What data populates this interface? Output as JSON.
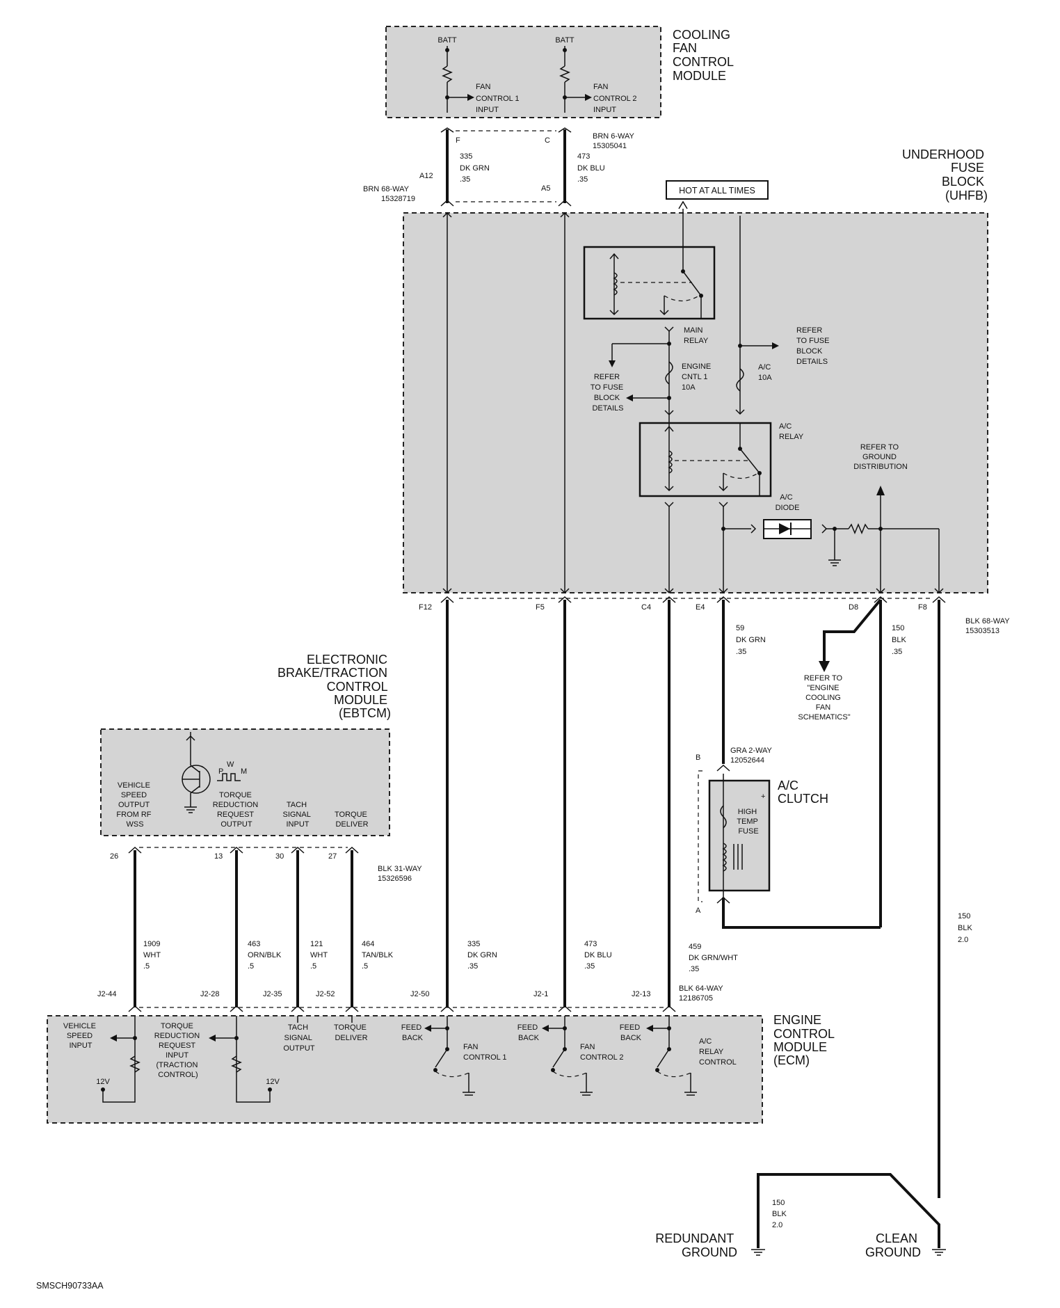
{
  "modules": {
    "cooling_fan": {
      "name_lines": [
        "COOLING",
        "FAN",
        "CONTROL",
        "MODULE"
      ],
      "batt": "BATT",
      "input1_lines": [
        "FAN",
        "CONTROL 1",
        "INPUT"
      ],
      "input2_lines": [
        "FAN",
        "CONTROL 2",
        "INPUT"
      ]
    },
    "uhfb": {
      "name_lines": [
        "UNDERHOOD",
        "FUSE",
        "BLOCK",
        "(UHFB)"
      ]
    },
    "ebtcm": {
      "name_lines": [
        "ELECTRONIC",
        "BRAKE/TRACTION",
        "CONTROL",
        "MODULE",
        "(EBTCM)"
      ],
      "vss_lines": [
        "VEHICLE",
        "SPEED",
        "OUTPUT",
        "FROM RF",
        "WSS"
      ],
      "pwm": [
        "W",
        "P",
        "M"
      ],
      "trr_lines": [
        "TORQUE",
        "REDUCTION",
        "REQUEST",
        "OUTPUT"
      ],
      "tach_lines": [
        "TACH",
        "SIGNAL",
        "INPUT"
      ],
      "td_lines": [
        "TORQUE",
        "DELIVER"
      ]
    },
    "ecm": {
      "name_lines": [
        "ENGINE",
        "CONTROL",
        "MODULE",
        "(ECM)"
      ],
      "vss_lines": [
        "VEHICLE",
        "SPEED",
        "INPUT"
      ],
      "trr_lines": [
        "TORQUE",
        "REDUCTION",
        "REQUEST",
        "INPUT",
        "(TRACTION",
        "CONTROL)"
      ],
      "tach_lines": [
        "TACH",
        "SIGNAL",
        "OUTPUT"
      ],
      "td_lines": [
        "TORQUE",
        "DELIVER"
      ],
      "feedback_lines": [
        "FEED",
        "BACK"
      ],
      "fan1_lines": [
        "FAN",
        "CONTROL 1"
      ],
      "fan2_lines": [
        "FAN",
        "CONTROL 2"
      ],
      "acrelay_lines": [
        "A/C",
        "RELAY",
        "CONTROL"
      ],
      "v12": "12V"
    }
  },
  "connectors": {
    "brn6": [
      "BRN 6-WAY",
      "15305041"
    ],
    "brn68": [
      "BRN 68-WAY",
      "15328719"
    ],
    "blk68": [
      "BLK 68-WAY",
      "15303513"
    ],
    "blk31": [
      "BLK 31-WAY",
      "15326596"
    ],
    "blk64": [
      "BLK 64-WAY",
      "12186705"
    ],
    "gra2": [
      "GRA 2-WAY",
      "12052644"
    ]
  },
  "pins": {
    "F": "F",
    "C": "C",
    "A12": "A12",
    "A5": "A5",
    "F12": "F12",
    "F5": "F5",
    "C4": "C4",
    "E4": "E4",
    "D8": "D8",
    "F8": "F8",
    "p26": "26",
    "p13": "13",
    "p30": "30",
    "p27": "27",
    "J2_44": "J2-44",
    "J2_28": "J2-28",
    "J2_35": "J2-35",
    "J2_52": "J2-52",
    "J2_50": "J2-50",
    "J2_1": "J2-1",
    "J2_13": "J2-13",
    "B": "B",
    "A": "A"
  },
  "wires": {
    "w335_top": [
      "335",
      "DK GRN",
      ".35"
    ],
    "w473_top": [
      "473",
      "DK BLU",
      ".35"
    ],
    "w59": [
      "59",
      "DK GRN",
      ".35"
    ],
    "w150_top": [
      "150",
      "BLK",
      ".35"
    ],
    "w150_mid": [
      "150",
      "BLK",
      "2.0"
    ],
    "w150_bot": [
      "150",
      "BLK",
      "2.0"
    ],
    "w1909": [
      "1909",
      "WHT",
      ".5"
    ],
    "w463": [
      "463",
      "ORN/BLK",
      ".5"
    ],
    "w121": [
      "121",
      "WHT",
      ".5"
    ],
    "w464": [
      "464",
      "TAN/BLK",
      ".5"
    ],
    "w335_bot": [
      "335",
      "DK GRN",
      ".35"
    ],
    "w473_bot": [
      "473",
      "DK BLU",
      ".35"
    ],
    "w459": [
      "459",
      "DK GRN/WHT",
      ".35"
    ]
  },
  "labels": {
    "hot": "HOT AT ALL TIMES",
    "main_relay": [
      "MAIN",
      "RELAY"
    ],
    "eng_cntl": [
      "ENGINE",
      "CNTL 1",
      "10A"
    ],
    "ac_fuse": [
      "A/C",
      "10A"
    ],
    "refer_fuse_right": [
      "REFER",
      "TO FUSE",
      "BLOCK",
      "DETAILS"
    ],
    "refer_fuse_left": [
      "REFER",
      "TO FUSE",
      "BLOCK",
      "DETAILS"
    ],
    "ac_relay": [
      "A/C",
      "RELAY"
    ],
    "refer_ground": [
      "REFER TO",
      "GROUND",
      "DISTRIBUTION"
    ],
    "ac_diode": [
      "A/C",
      "DIODE"
    ],
    "refer_fan": [
      "REFER TO",
      "\"ENGINE",
      "COOLING",
      "FAN",
      "SCHEMATICS\""
    ],
    "ac_clutch": [
      "A/C",
      "CLUTCH"
    ],
    "high_temp": [
      "HIGH",
      "TEMP",
      "FUSE"
    ],
    "redundant_ground": [
      "REDUNDANT",
      "GROUND"
    ],
    "clean_ground": [
      "CLEAN",
      "GROUND"
    ],
    "footer": "SMSCH90733AA"
  }
}
